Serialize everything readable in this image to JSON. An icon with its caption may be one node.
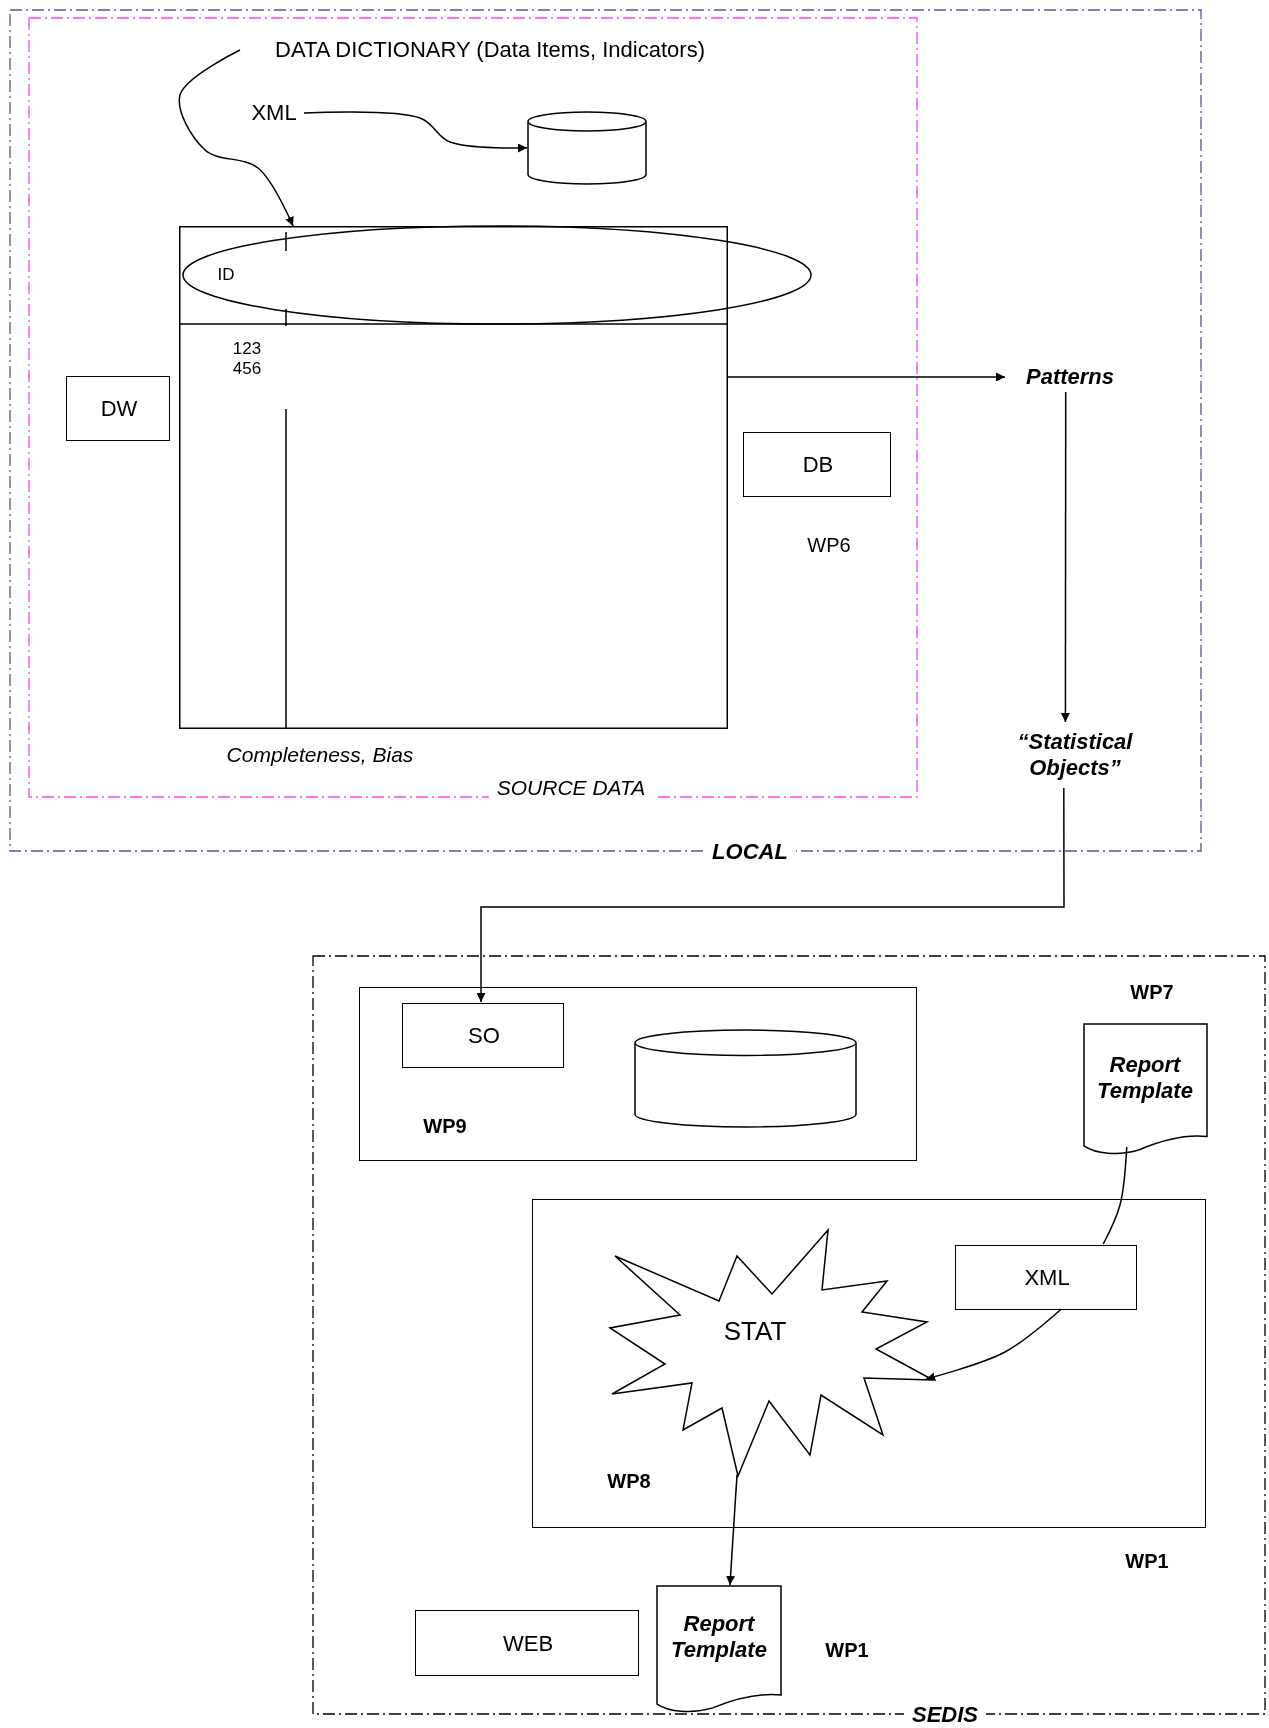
{
  "diagram": {
    "nodes": [
      {
        "text": [
          "LOCAL"
        ]
      },
      {
        "text": [
          "SOURCE DATA"
        ],
        "in": 0
      },
      {
        "text": [
          "DATA DICTIONARY (Data Items, Indicators)"
        ],
        "in": 1
      },
      {
        "text": [
          "XML"
        ],
        "in": 1
      },
      {
        "text": [],
        "shape": "cylinder",
        "in": 1
      },
      {
        "text": [
          "ID"
        ],
        "in": 1
      },
      {
        "text": [
          "123 456"
        ],
        "beside": [
          "Completeness, Bias"
        ],
        "in": 1
      },
      {
        "text": [
          "DW"
        ],
        "in": 1
      },
      {
        "text": [
          "DB"
        ],
        "in": 1
      },
      {
        "text": [
          "Patterns"
        ],
        "in": 0
      },
      {
        "text": [
          "“Statistical Objects”"
        ],
        "in": 0
      },
      {
        "text": [
          "SEDIS"
        ]
      },
      {
        "text": [
          "WP9"
        ],
        "in": 11
      },
      {
        "text": [
          "SO"
        ],
        "in": 12
      },
      {
        "text": [],
        "shape": "cylinder",
        "in": 12
      },
      {
        "text": [
          "Report Template"
        ],
        "in": 11
      },
      {
        "text": [
          "WP8"
        ],
        "in": 11
      },
      {
        "text": [
          "XML"
        ],
        "in": 16
      },
      {
        "text": [
          "STAT"
        ],
        "in": 16
      },
      {
        "text": [
          "WEB"
        ],
        "in": 11
      },
      {
        "text": [
          "Report Template"
        ],
        "in": 11
      }
    ],
    "edges": [
      {
        "from": 2,
        "to": 6,
        "arrow": "to"
      },
      {
        "from": 3,
        "to": 4,
        "arrow": "to"
      },
      {
        "from": 6,
        "to": 9,
        "arrow": "to"
      },
      {
        "from": 9,
        "to": 10,
        "arrow": "to"
      },
      {
        "from": 10,
        "to": 13,
        "arrow": "to"
      },
      {
        "from": 15,
        "to": 17,
        "arrow": "none"
      },
      {
        "from": 17,
        "to": 18,
        "arrow": "to"
      },
      {
        "from": 18,
        "to": 20,
        "arrow": "to"
      }
    ],
    "labels": [
      "WP6",
      "WP7",
      "WP1",
      "WP1"
    ]
  }
}
